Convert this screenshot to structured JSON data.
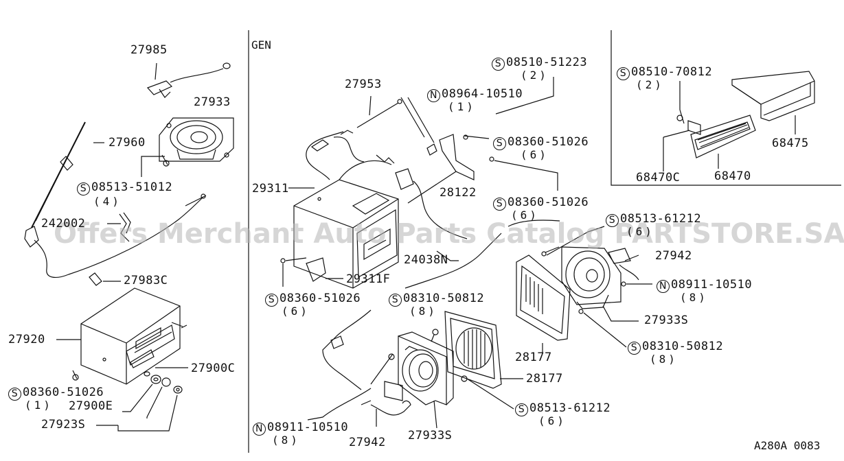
{
  "section_label": "GEN",
  "diagram_code": "A280A 0083",
  "watermark": "Offers Merchant Auto Parts Catalog PARTSTORE.SA",
  "symbols": {
    "S": "S",
    "N": "N"
  },
  "labels": {
    "p27985": "27985",
    "p27933": "27933",
    "p27960": "27960",
    "s08513_51012": "08513-51012",
    "q4": "(4)",
    "p24200": "242002",
    "p27983c": "27983C",
    "p27920": "27920",
    "p27900c": "27900C",
    "s08360_51026_a": "08360-51026",
    "q1a": "(1)",
    "p27900e": "27900E",
    "p27923s_a": "27923S",
    "p27953": "27953",
    "n08964_10510": "08964-10510",
    "q1b": "(1)",
    "s08510_51223": "08510-51223",
    "q2a": "(2)",
    "s08360_51026_b": "08360-51026",
    "q6a": "(6)",
    "p29311": "29311",
    "p28122": "28122",
    "s08360_51026_c": "08360-51026",
    "q6b": "(6)",
    "s08513_61212_a": "08513-61212",
    "q6c": "(6)",
    "p24038n": "24038N",
    "p27942_a": "27942",
    "p29311f": "29311F",
    "s08360_51026_d": "08360-51026",
    "q6d": "(6)",
    "s08310_50812_a": "08310-50812",
    "q8a": "(8)",
    "n08911_10510_a": "08911-10510",
    "q8b": "(8)",
    "p27933s_a": "27933S",
    "s08310_50812_b": "08310-50812",
    "q8c": "(8)",
    "p28177_a": "28177",
    "p28177_b": "28177",
    "s08513_61212_b": "08513-61212",
    "q6e": "(6)",
    "n08911_10510_b": "08911-10510",
    "q8d": "(8)",
    "p27942_b": "27942",
    "p27933s_b": "27933S",
    "s08510_70812": "08510-70812",
    "q2b": "(2)",
    "p68475": "68475",
    "p68470c": "68470C",
    "p68470": "68470"
  }
}
